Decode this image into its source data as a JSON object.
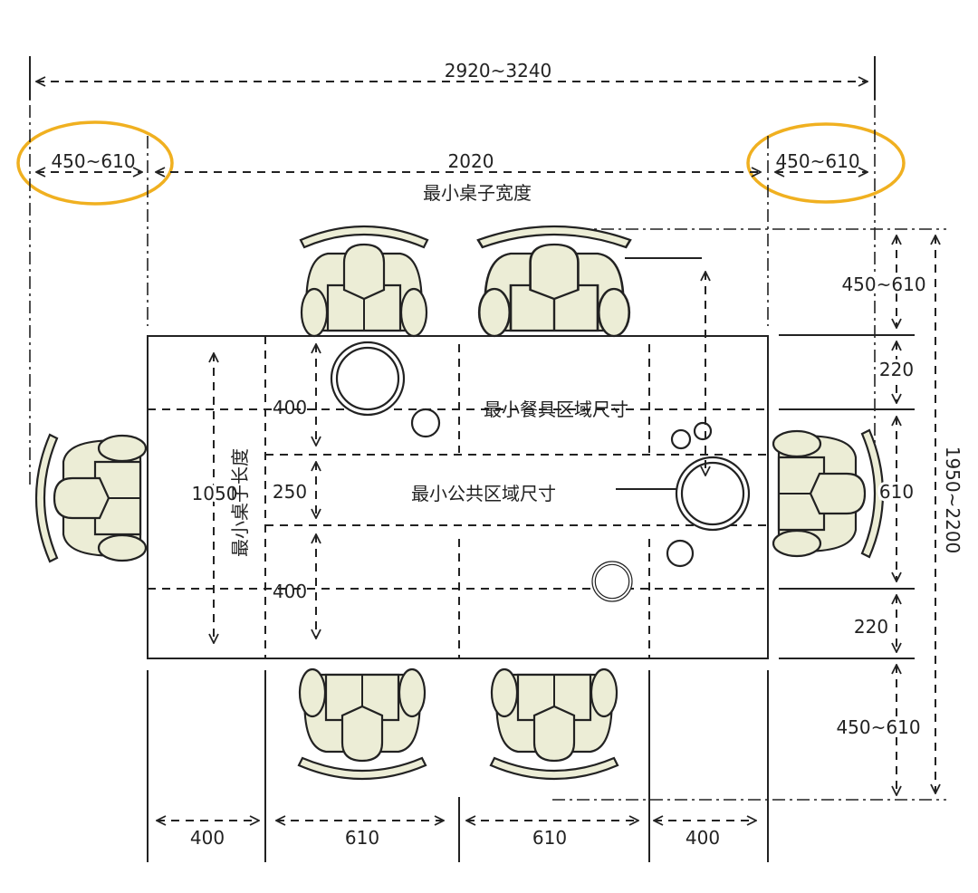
{
  "dimensions": {
    "total_width": "2920~3240",
    "left_clearance": "450~610",
    "table_width": "2020",
    "table_width_label": "最小桌子宽度",
    "right_clearance": "450~610",
    "right_top": "450~610",
    "right_gap_top": "220",
    "right_middle": "610",
    "right_gap_bottom": "220",
    "right_bottom": "450~610",
    "total_height": "1950~2200",
    "bottom": [
      "400",
      "610",
      "610",
      "400"
    ],
    "inner_top": "400",
    "inner_middle": "250",
    "inner_bottom": "400",
    "table_length": "1050",
    "table_length_label": "最小桌子长度"
  },
  "zones": {
    "tableware": "最小餐具区域尺寸",
    "common": "最小公共区域尺寸"
  },
  "colors": {
    "highlight": "#f0b020",
    "figure_fill": "#ecedd6"
  }
}
